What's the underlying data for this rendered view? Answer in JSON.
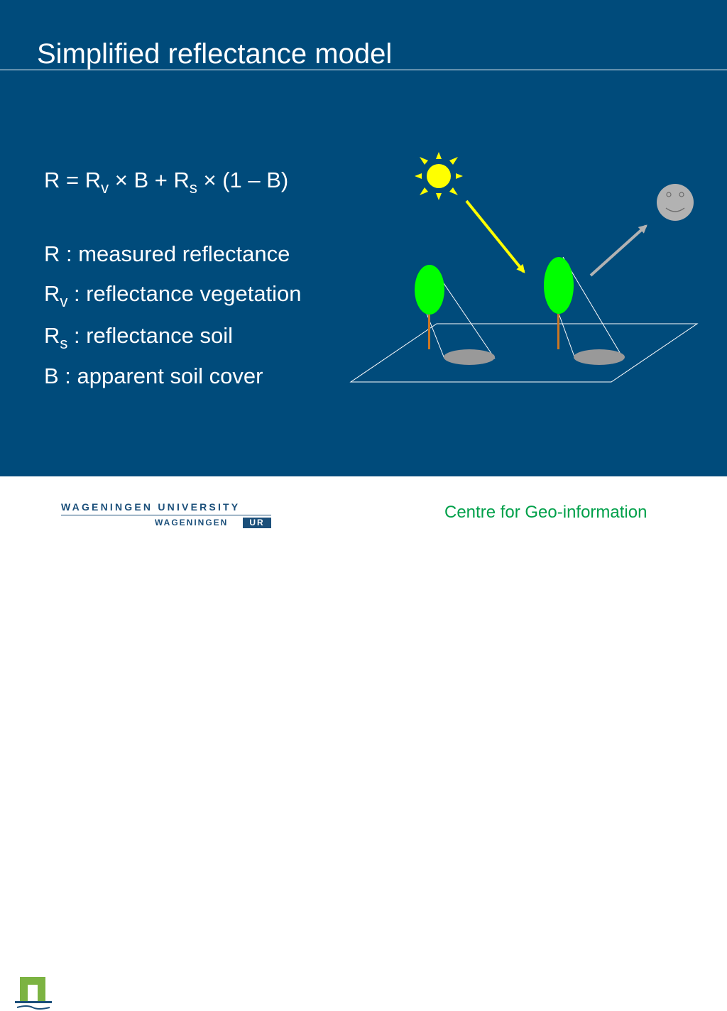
{
  "slide": {
    "title": "Simplified reflectance model",
    "equation": {
      "r": "R",
      "eq": " = ",
      "rv_base": "R",
      "rv_sub": "v",
      "times_b_plus": " × B + ",
      "rs_base": "R",
      "rs_sub": "s",
      "times_one_minus_b": " ×  (1 – B)"
    },
    "definitions": [
      {
        "symbol": "R",
        "sub": "",
        "text": "  : measured reflectance"
      },
      {
        "symbol": "R",
        "sub": "v",
        "text": " : reflectance vegetation"
      },
      {
        "symbol": "R",
        "sub": "s",
        "text": " : reflectance soil"
      },
      {
        "symbol": "B",
        "sub": "",
        "text": "  : apparent soil cover"
      }
    ]
  },
  "colors": {
    "background": "#004b7b",
    "sun": "#ffff00",
    "tree_crown": "#00ff00",
    "trunk": "#cc7722",
    "shadow": "#999999",
    "face": "#b2b2b2",
    "footer_text": "#00a04a"
  },
  "diagram": {
    "icons": [
      "sun-icon",
      "observer-face-icon",
      "tree-icon",
      "shadow-icon",
      "incoming-ray-arrow",
      "reflected-ray-arrow"
    ]
  },
  "footer": {
    "university_name": "WAGENINGEN UNIVERSITY",
    "ur_left": "WAGENINGEN",
    "ur_right": "UR",
    "centre": "Centre for Geo-information"
  }
}
